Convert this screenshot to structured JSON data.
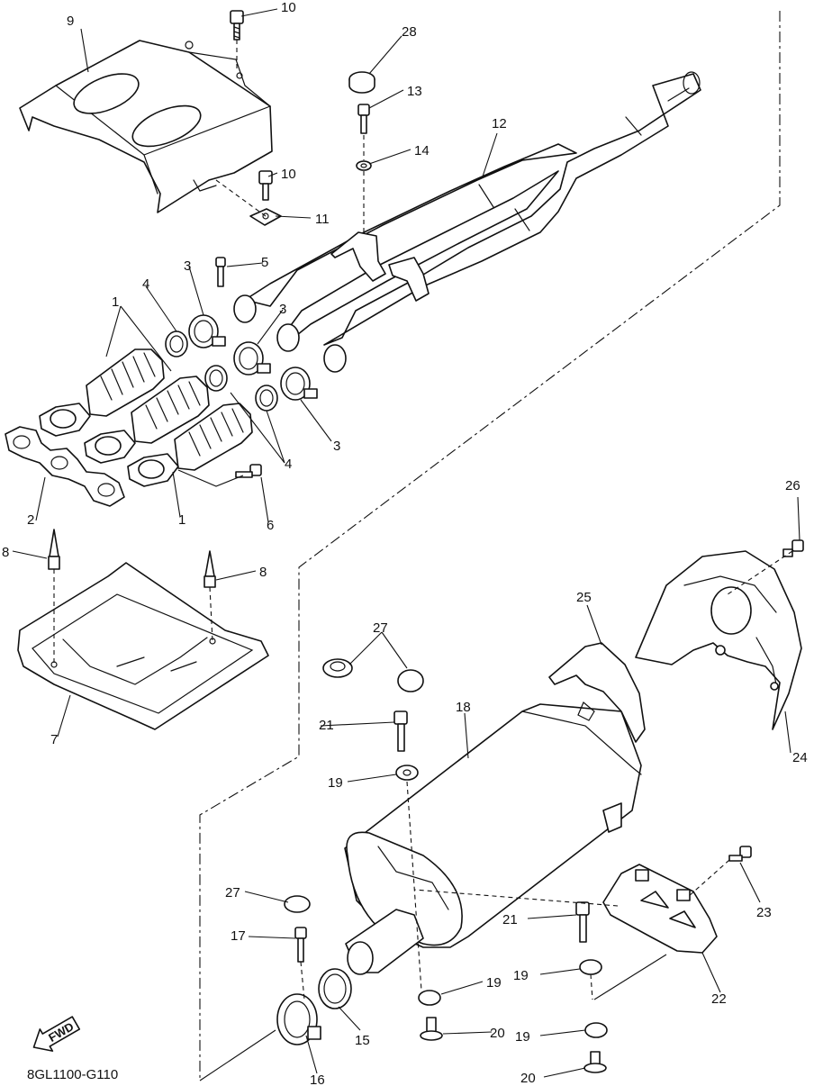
{
  "diagram": {
    "code": "8GL1100-G110",
    "fwd_label": "FWD",
    "callouts": {
      "c1a": "1",
      "c1b": "1",
      "c2": "2",
      "c3a": "3",
      "c3b": "3",
      "c3c": "3",
      "c4a": "4",
      "c4b": "4",
      "c5": "5",
      "c6": "6",
      "c7": "7",
      "c8a": "8",
      "c8b": "8",
      "c9": "9",
      "c10a": "10",
      "c10b": "10",
      "c11": "11",
      "c12": "12",
      "c13": "13",
      "c14": "14",
      "c15": "15",
      "c16": "16",
      "c17": "17",
      "c18": "18",
      "c19a": "19",
      "c19b": "19",
      "c19c": "19",
      "c19d": "19",
      "c20a": "20",
      "c20b": "20",
      "c21a": "21",
      "c21b": "21",
      "c22": "22",
      "c23": "23",
      "c24": "24",
      "c25": "25",
      "c26": "26",
      "c27a": "27",
      "c27b": "27",
      "c28": "28"
    }
  }
}
